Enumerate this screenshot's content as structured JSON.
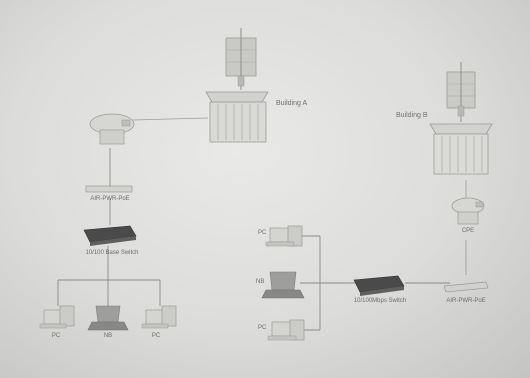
{
  "building_a": {
    "label": "Building A"
  },
  "building_b": {
    "label": "Building B"
  },
  "left_network": {
    "poe_label": "AIR-PWR-PoE",
    "switch_label": "10/100 Base Switch",
    "pc_labels": [
      "PC",
      "NB",
      "PC"
    ]
  },
  "right_network": {
    "pc_labels": [
      "PC",
      "NB",
      "PC"
    ],
    "switch_label": "10/100Mbps Switch",
    "cpe_label": "CPE",
    "poe_label": "AIR-PWR-PoE"
  }
}
